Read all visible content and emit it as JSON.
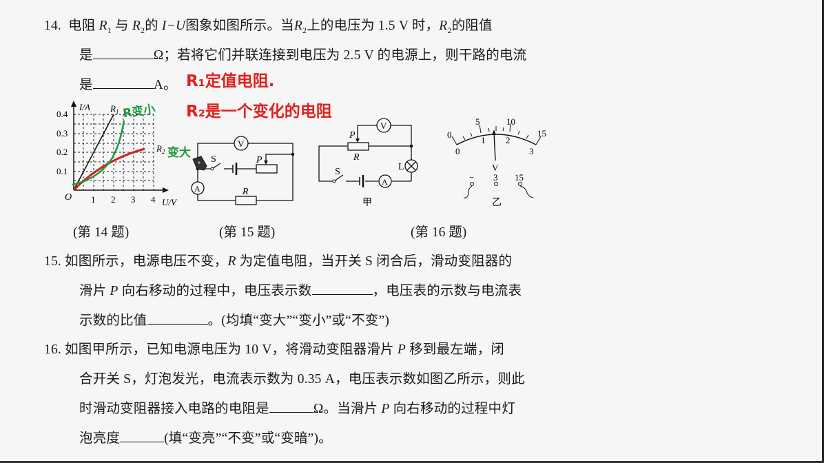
{
  "q14": {
    "number": "14.",
    "line1_a": "电阻",
    "r1": "R",
    "r1_sub": "1",
    "line1_b": "与",
    "r2": "R",
    "r2_sub": "2",
    "line1_c": "的",
    "iu": "I−U",
    "line1_d": "图象如图所示。当",
    "line1_e": "上的电压为 1.5 V 时，",
    "line1_f": "的阻值",
    "line2_a": "是",
    "line2_b": "Ω；若将它们并联连接到电压为 2.5 V 的电源上，则干路的电流",
    "line3_a": "是",
    "line3_b": "A。",
    "caption": "(第 14 题)"
  },
  "annotations": {
    "red_line1": "R₁定值电阻.",
    "red_line2": "R₂是一个变化的电阻",
    "green_top": "R变小",
    "green_side": "变大",
    "red_color": "#e0201c",
    "green_color": "#1f9a3a"
  },
  "chart_data": {
    "type": "line",
    "title": "",
    "xlabel": "U/V",
    "ylabel": "I/A",
    "origin_label": "O",
    "x_ticks": [
      "1",
      "2",
      "3",
      "4"
    ],
    "y_ticks": [
      "0.1",
      "0.2",
      "0.3",
      "0.4"
    ],
    "xlim": [
      0,
      4
    ],
    "ylim": [
      0,
      0.4
    ],
    "grid": true,
    "grid_style": "dashed",
    "series": [
      {
        "name": "R1",
        "label": "R₁",
        "color": "#111111",
        "x": [
          0,
          1,
          2
        ],
        "y": [
          0,
          0.2,
          0.4
        ]
      },
      {
        "name": "R2",
        "label": "R₂",
        "color": "#111111",
        "x": [
          0,
          1,
          1.5,
          2,
          3,
          3.6
        ],
        "y": [
          0,
          0.1,
          0.14,
          0.17,
          0.21,
          0.225
        ]
      },
      {
        "name": "R2 (red overlay)",
        "color": "#d42020",
        "x": [
          0,
          1,
          1.5,
          2,
          3,
          3.6
        ],
        "y": [
          0,
          0.1,
          0.14,
          0.17,
          0.21,
          0.225
        ]
      },
      {
        "name": "hand-drawn green curve",
        "color": "#1f9a3a",
        "x": [
          0,
          0.5,
          1,
          1.5,
          2,
          2.5
        ],
        "y": [
          0.04,
          0.06,
          0.1,
          0.15,
          0.23,
          0.37
        ]
      }
    ]
  },
  "q15": {
    "number": "15.",
    "line1": "如图所示，电源电压不变，",
    "r": "R",
    "line1_b": "为定值电阻，当开关 S 闭合后，滑动变阻器的",
    "line2_a": "滑片",
    "p": "P",
    "line2_b": "向右移动的过程中，电压表示数",
    "line2_c": "，电压表的示数与电流表",
    "line3_a": "示数的比值",
    "line3_b": "。(均填“变大”“变小”或“不变”)",
    "caption": "(第 15 题)",
    "diagram": {
      "voltmeter": "V",
      "ammeter": "A",
      "switch": "S",
      "slider": "P",
      "resistor": "R"
    }
  },
  "q16": {
    "number": "16.",
    "line1_a": "如图甲所示，已知电源电压为 10  V，将滑动变阻器滑片",
    "p": "P",
    "line1_b": "移到最左端，闭",
    "line2": "合开关 S，灯泡发光，电流表示数为 0.35 A，电压表示数如图乙所示，则此",
    "line3_a": "时滑动变阻器接入电路的电阻是",
    "line3_b": "Ω。当滑片",
    "line3_c": "向右移动的过程中灯",
    "line4_a": "泡亮度",
    "line4_b": "(填“变亮”“不变”或“变暗”)。",
    "caption": "(第 16 题)",
    "diagram_jia": {
      "label": "甲",
      "voltmeter": "V",
      "ammeter": "A",
      "switch": "S",
      "slider": "P",
      "resistor": "R",
      "lamp": "L"
    },
    "meter_yi": {
      "label": "乙",
      "unit": "V",
      "top_scale": [
        "0",
        "5",
        "10",
        "15"
      ],
      "bottom_scale": [
        "0",
        "1",
        "2",
        "3"
      ],
      "terminals": [
        "−",
        "3",
        "15"
      ],
      "needle_reading_3V": 1.5,
      "needle_reading_15V": 7.5
    }
  }
}
